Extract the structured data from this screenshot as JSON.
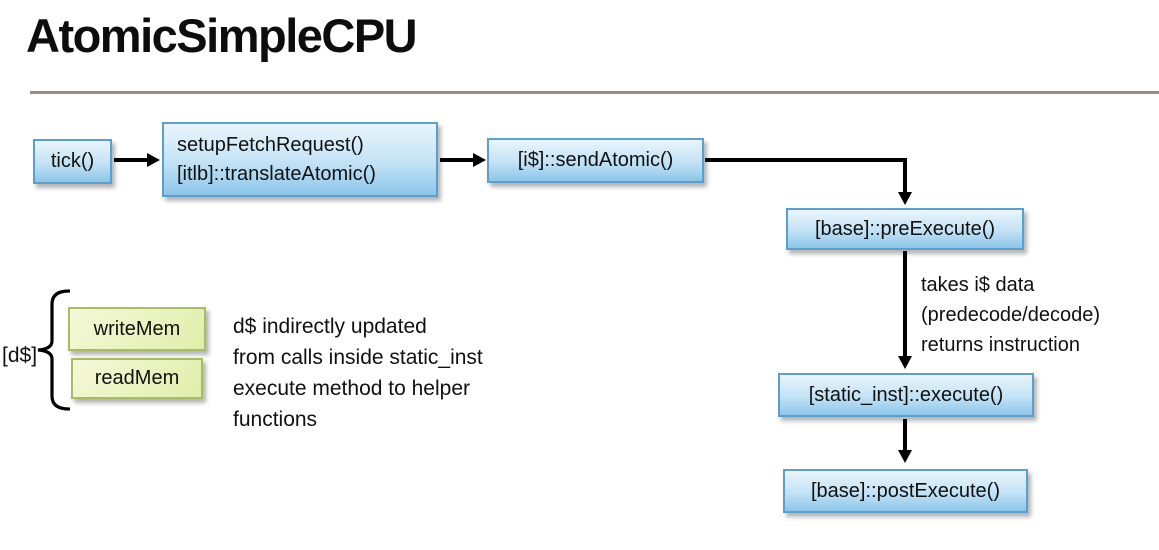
{
  "title": "AtomicSimpleCPU",
  "colors": {
    "blue_top": "#eaf5fc",
    "blue_mid": "#c2e2f5",
    "blue_bottom": "#8cc6ea",
    "blue_border": "#5b9fd1",
    "green_top": "#f4f8d8",
    "green_bottom": "#e2eeaa",
    "green_border": "#a8bc62",
    "divider": "#968e82",
    "arrow": "#000000",
    "text": "#111111"
  },
  "nodes": {
    "tick": {
      "label": "tick()"
    },
    "fetch": {
      "line1": "setupFetchRequest()",
      "line2": "[itlb]::translateAtomic()"
    },
    "send_atomic": {
      "label": "[i$]::sendAtomic()"
    },
    "pre_execute": {
      "label": "[base]::preExecute()"
    },
    "execute": {
      "label": "[static_inst]::execute()"
    },
    "post_execute": {
      "label": "[base]::postExecute()"
    },
    "write_mem": {
      "label": "writeMem"
    },
    "read_mem": {
      "label": "readMem"
    }
  },
  "labels": {
    "dcache": "[d$]"
  },
  "notes": {
    "decode": [
      "takes i$ data",
      "(predecode/decode)",
      "returns instruction"
    ],
    "dcache": [
      "d$ indirectly updated",
      "from calls inside static_inst",
      "execute method to helper",
      "functions"
    ]
  }
}
